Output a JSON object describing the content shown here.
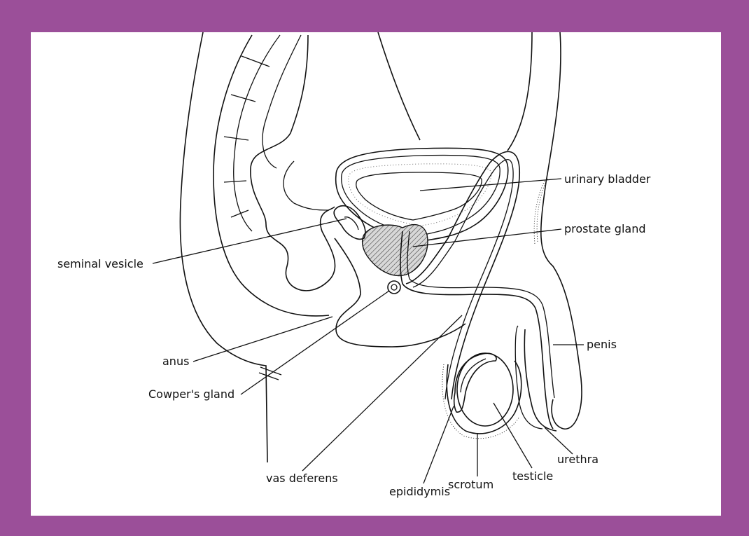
{
  "labels": {
    "urinary_bladder": "urinary bladder",
    "prostate_gland": "prostate gland",
    "seminal_vesicle": "seminal vesicle",
    "penis": "penis",
    "anus": "anus",
    "cowpers_gland": "Cowper's gland",
    "urethra": "urethra",
    "vas_deferens": "vas deferens",
    "scrotum": "scrotum",
    "testicle": "testicle",
    "epididymis": "epididymis"
  },
  "colors": {
    "frame": "#9b4f99",
    "background": "#ffffff",
    "ink": "#111111"
  }
}
